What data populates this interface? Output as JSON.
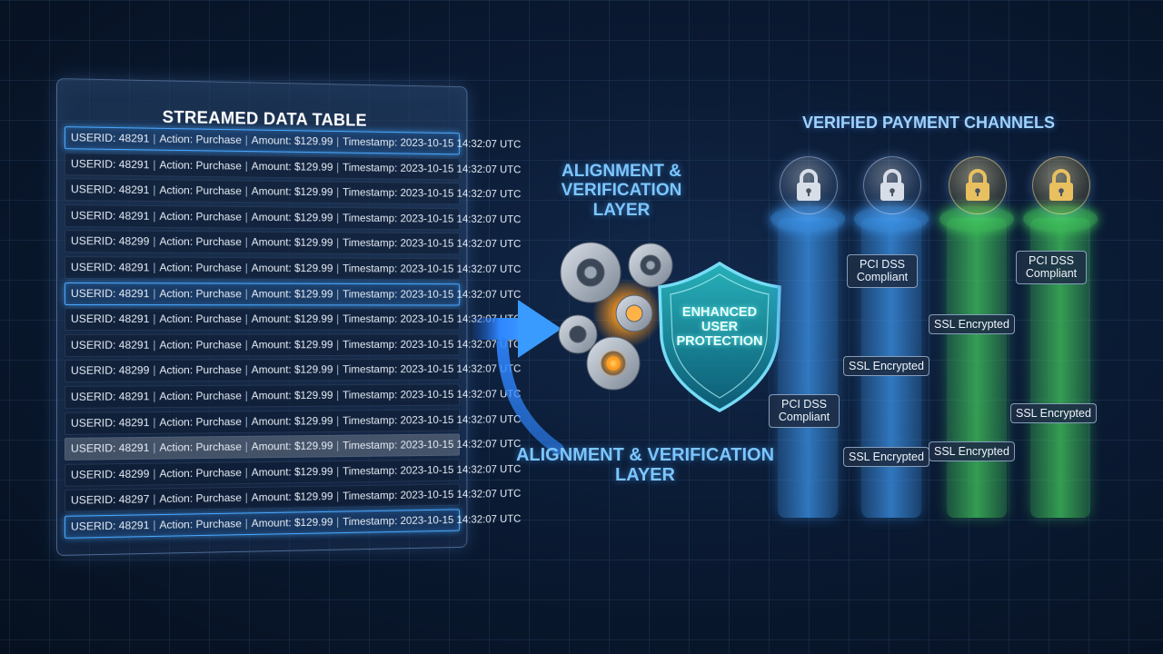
{
  "table": {
    "title": "STREAMED DATA TABLE",
    "rows": [
      {
        "user": "USERID: 48291",
        "action": "Action: Purchase",
        "amount": "Amount: $129.99",
        "ts": "Timestamp: 2023-10-15 14:32:07 UTC"
      },
      {
        "user": "USERID: 48291",
        "action": "Action: Purchase",
        "amount": "Amount: $129.99",
        "ts": "Timestamp: 2023-10-15 14:32:07 UTC"
      },
      {
        "user": "USERID: 48291",
        "action": "Action: Purchase",
        "amount": "Amount: $129.99",
        "ts": "Timestamp: 2023-10-15 14:32:07 UTC"
      },
      {
        "user": "USERID: 48291",
        "action": "Action: Purchase",
        "amount": "Amount: $129.99",
        "ts": "Timestamp: 2023-10-15 14:32:07 UTC"
      },
      {
        "user": "USERID: 48299",
        "action": "Action: Purchase",
        "amount": "Amount: $129.99",
        "ts": "Timestamp: 2023-10-15 14:32:07 UTC"
      },
      {
        "user": "USERID: 48291",
        "action": "Action: Purchase",
        "amount": "Amount: $129.99",
        "ts": "Timestamp: 2023-10-15 14:32:07 UTC"
      },
      {
        "user": "USERID: 48291",
        "action": "Action: Purchase",
        "amount": "Amount: $129.99",
        "ts": "Timestamp: 2023-10-15 14:32:07 UTC"
      },
      {
        "user": "USERID: 48291",
        "action": "Action: Purchase",
        "amount": "Amount: $129.99",
        "ts": "Timestamp: 2023-10-15 14:32:07 UTC"
      },
      {
        "user": "USERID: 48291",
        "action": "Action: Purchase",
        "amount": "Amount: $129.99",
        "ts": "Timestamp: 2023-10-15 14:32:07 UTC"
      },
      {
        "user": "USERID: 48299",
        "action": "Action: Purchase",
        "amount": "Amount: $129.99",
        "ts": "Timestamp: 2023-10-15 14:32:07 UTC"
      },
      {
        "user": "USERID: 48291",
        "action": "Action: Purchase",
        "amount": "Amount: $129.99",
        "ts": "Timestamp: 2023-10-15 14:32:07 UTC"
      },
      {
        "user": "USERID: 48291",
        "action": "Action: Purchase",
        "amount": "Amount: $129.99",
        "ts": "Timestamp: 2023-10-15 14:32:07 UTC"
      },
      {
        "user": "USERID: 48291",
        "action": "Action: Purchase",
        "amount": "Amount: $129.99",
        "ts": "Timestamp: 2023-10-15 14:32:07 UTC"
      },
      {
        "user": "USERID: 48299",
        "action": "Action: Purchase",
        "amount": "Amount: $129.99",
        "ts": "Timestamp: 2023-10-15 14:32:07 UTC"
      },
      {
        "user": "USERID: 48297",
        "action": "Action: Purchase",
        "amount": "Amount: $129.99",
        "ts": "Timestamp: 2023-10-15 14:32:07 UTC"
      },
      {
        "user": "USERID: 48291",
        "action": "Action: Purchase",
        "amount": "Amount: $129.99",
        "ts": "Timestamp: 2023-10-15 14:32:07 UTC"
      }
    ],
    "highlighted_rows": [
      0,
      6,
      15
    ],
    "gray_rows": [
      12
    ]
  },
  "middle": {
    "top_label": "ALIGNMENT & VERIFICATION LAYER",
    "bottom_label": "ALIGNMENT & VERIFICATION LAYER",
    "shield_label": "ENHANCED USER PROTECTION",
    "icons": [
      "gears-icon",
      "shield-icon",
      "arrow-icon"
    ]
  },
  "channels": {
    "title": "VERIFIED PAYMENT CHANNELS",
    "colors": {
      "blue": "#3a8ee0",
      "green": "#3fbf5a",
      "accent": "#7cc6ff",
      "gold": "#e8c060"
    },
    "pillars": [
      {
        "color": "blue",
        "lock": "silver",
        "tags": [
          "PCI DSS Compliant"
        ]
      },
      {
        "color": "blue",
        "lock": "silver",
        "tags": [
          "PCI DSS Compliant",
          "SSL Encrypted",
          "SSL Encrypted"
        ]
      },
      {
        "color": "green",
        "lock": "gold",
        "tags": [
          "SSL Encrypted",
          "SSL Encrypted"
        ]
      },
      {
        "color": "green",
        "lock": "gold",
        "tags": [
          "PCI DSS Compliant",
          "SSL Encrypted"
        ]
      }
    ]
  }
}
